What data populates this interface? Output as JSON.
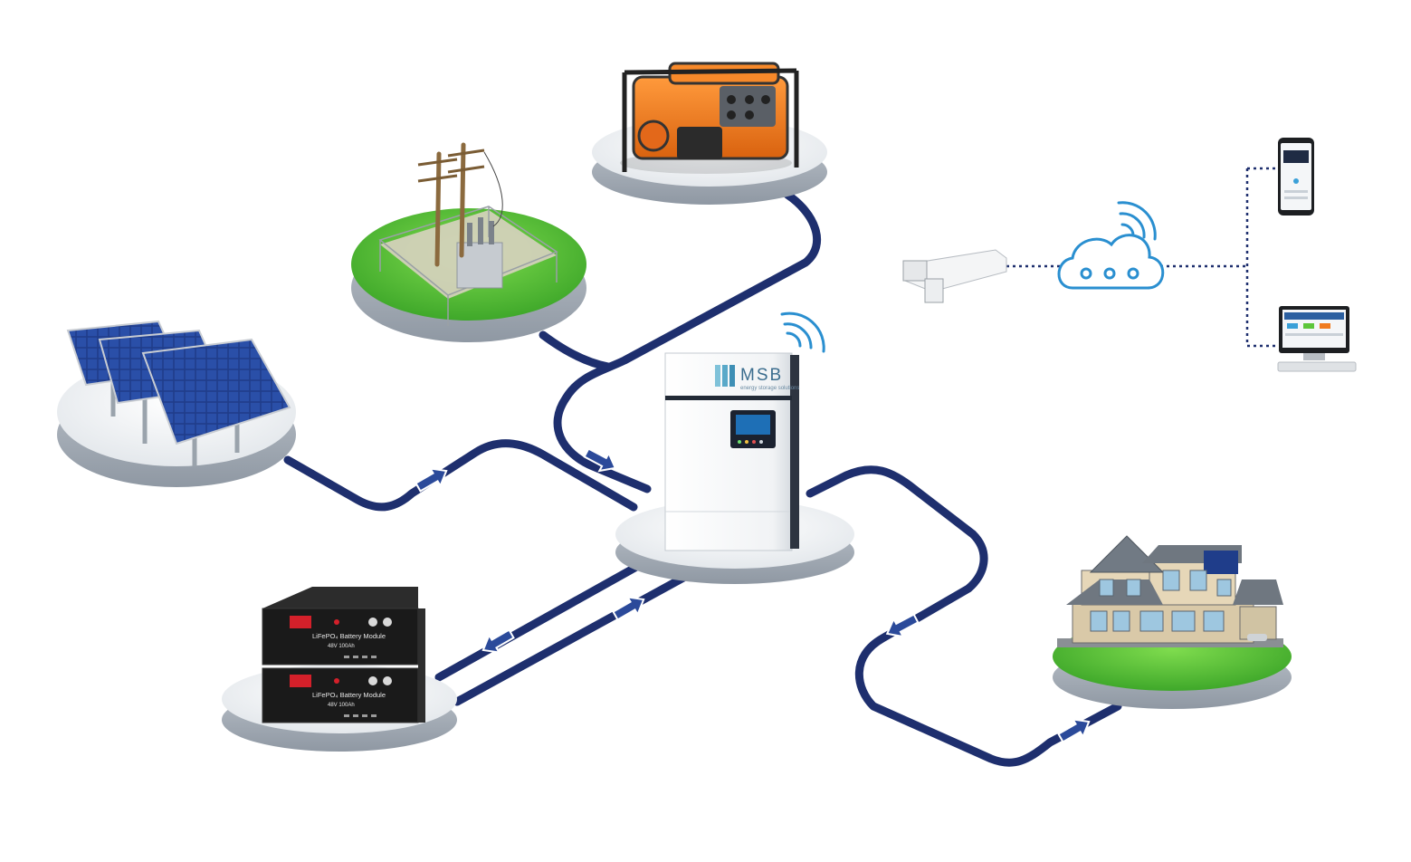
{
  "inverter": {
    "brand": "MSB",
    "tagline": "energy storage solutions"
  },
  "battery": {
    "label": "LiFePO₄ Battery Module",
    "spec": "48V  100Ah"
  },
  "colors": {
    "cable": "#1e2f6e",
    "arrow": "#2b4a9a",
    "wifi": "#2a8fd0",
    "platform": "#e7ebee",
    "grass": "#5cc63a",
    "generator": "#f07a1e",
    "solar": "#1f3d8a",
    "battery": "#1a1a1a",
    "battery_terminal": "#d4202a"
  },
  "icons": {
    "solar": "solar-panel-array-icon",
    "grid": "utility-substation-icon",
    "generator": "generator-icon",
    "inverter": "hybrid-inverter-icon",
    "battery": "battery-rack-icon",
    "house": "house-icon",
    "wifi_dongle": "wifi-dongle-icon",
    "cloud": "cloud-icon",
    "phone": "smartphone-icon",
    "computer": "desktop-computer-icon"
  }
}
